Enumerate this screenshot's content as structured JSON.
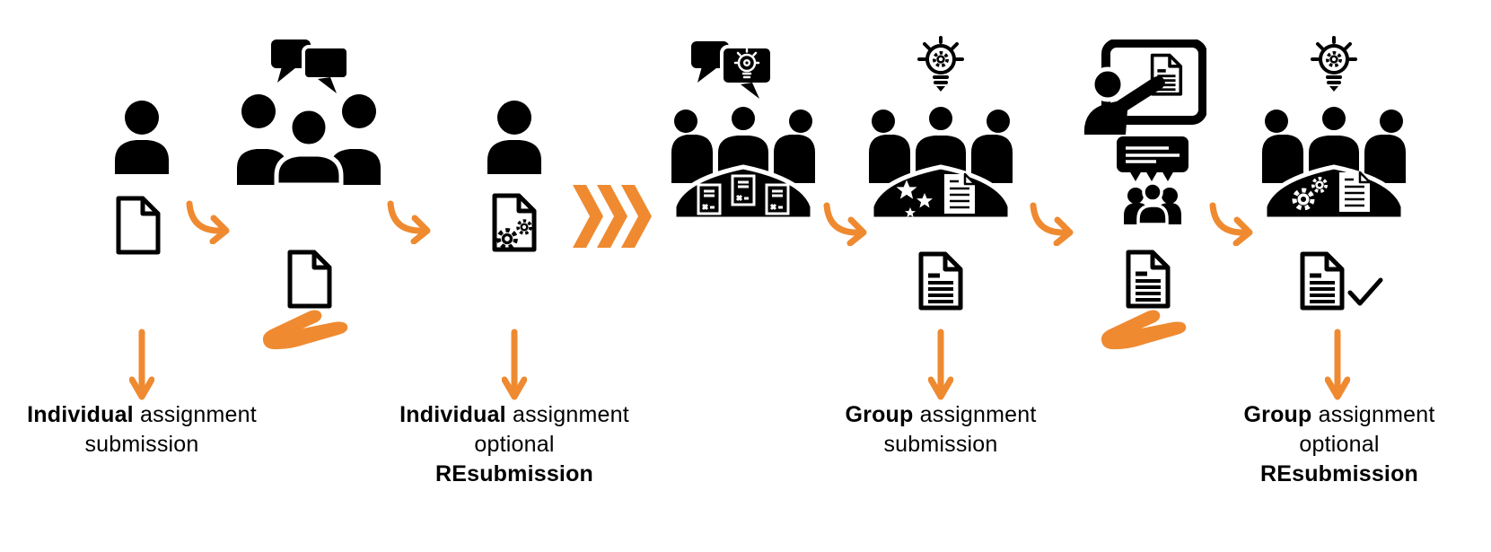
{
  "diagram": {
    "type": "flow",
    "colors": {
      "accent": "#EF8A31",
      "ink": "#000000",
      "background": "#FFFFFF"
    },
    "steps": [
      {
        "name": "individual-work",
        "icons": [
          "person-icon",
          "blank-document-icon"
        ]
      },
      {
        "name": "peer-discussion-handout",
        "icons": [
          "group-discussion-icon",
          "document-on-hand-icon"
        ]
      },
      {
        "name": "individual-rework",
        "icons": [
          "person-icon",
          "document-gears-icon"
        ]
      },
      {
        "name": "fast-forward",
        "icons": [
          "triple-chevron-icon"
        ]
      },
      {
        "name": "group-table-review",
        "icons": [
          "discussion-idea-bubbles-icon",
          "meeting-table-documents-icon"
        ]
      },
      {
        "name": "group-idea-work",
        "icons": [
          "idea-lightbulb-icon",
          "meeting-table-stars-document-icon",
          "document-icon"
        ]
      },
      {
        "name": "group-presentation",
        "icons": [
          "presenter-screen-icon",
          "presentation-audience-icon",
          "document-on-hand-icon"
        ]
      },
      {
        "name": "group-rework",
        "icons": [
          "idea-lightbulb-icon",
          "meeting-table-gears-document-icon",
          "document-check-icon"
        ]
      }
    ],
    "connectors": {
      "curved_arrows": 5,
      "down_arrows": 4,
      "fast_forward_chevrons": 3
    },
    "labels": [
      {
        "lead": "Individual",
        "tail": " assignment",
        "line2": "submission",
        "line3": ""
      },
      {
        "lead": "Individual",
        "tail": " assignment",
        "line2": "optional",
        "line3": "REsubmission"
      },
      {
        "lead": "Group",
        "tail": " assignment",
        "line2": "submission",
        "line3": ""
      },
      {
        "lead": "Group",
        "tail": " assignment",
        "line2": "optional",
        "line3": "REsubmission"
      }
    ]
  }
}
